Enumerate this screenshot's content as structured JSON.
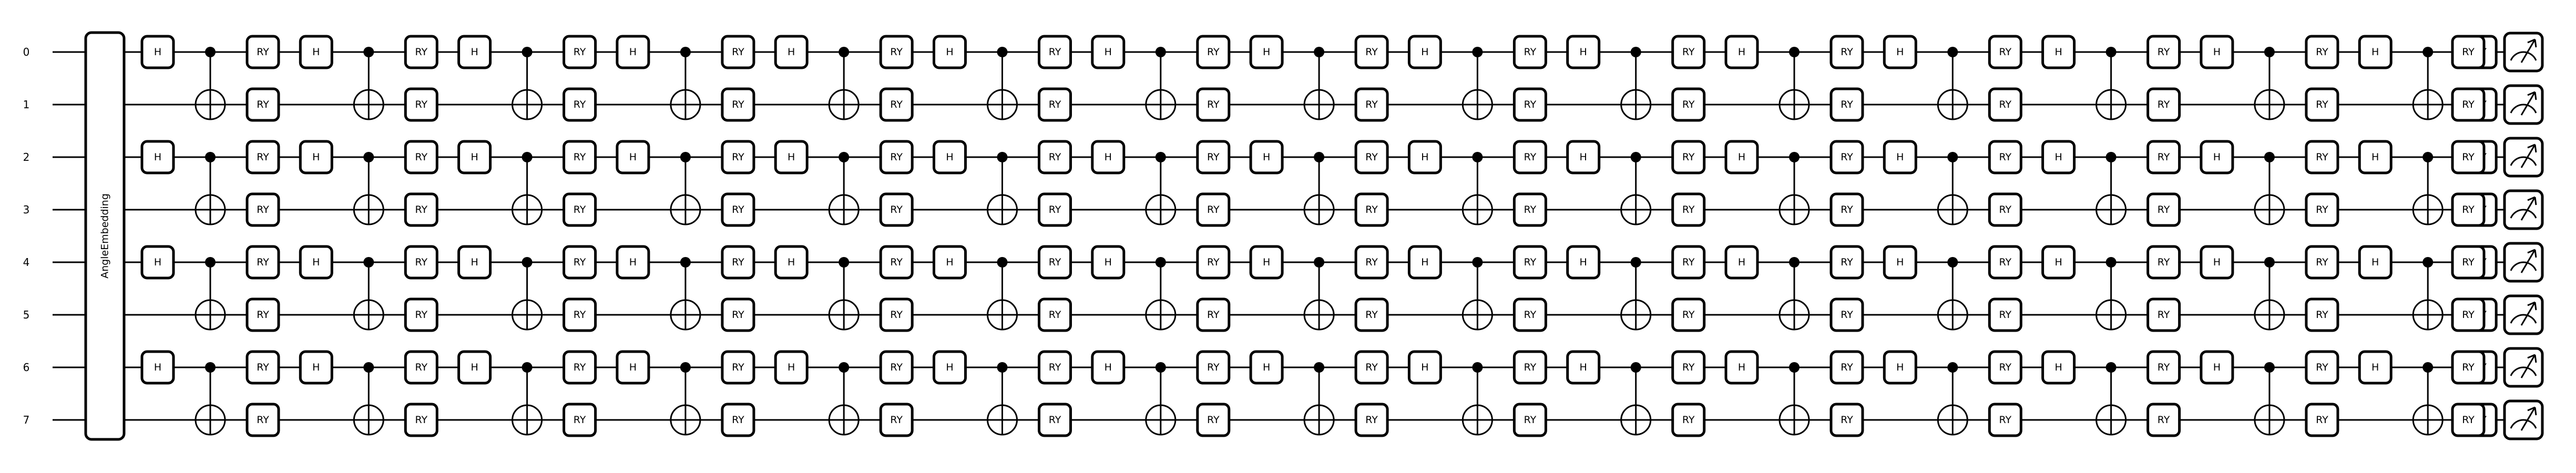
{
  "circuit": {
    "wires": [
      "0",
      "1",
      "2",
      "3",
      "4",
      "5",
      "6",
      "7"
    ],
    "embedding_label": "AngleEmbedding",
    "gates": {
      "hadamard": "H",
      "rotation": "RY"
    },
    "layers": 15,
    "control_wires": [
      0,
      2,
      4,
      6
    ],
    "target_wires": [
      1,
      3,
      5,
      7
    ],
    "final_layer": "RY on all wires, then measurement on all wires",
    "measurement_icon": "meter-icon"
  }
}
